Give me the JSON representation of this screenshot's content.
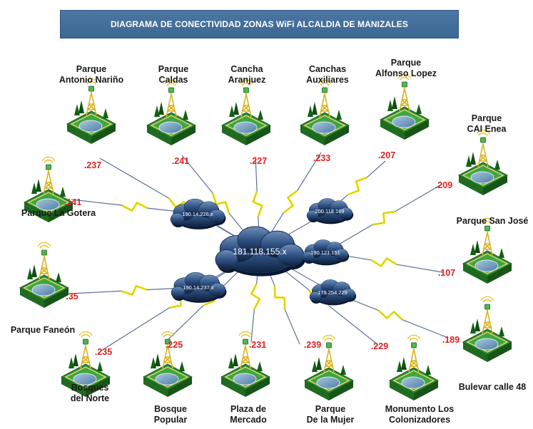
{
  "title": "DIAGRAMA DE CONECTIVIDAD ZONAS WiFi ALCALDIA DE MANIZALES",
  "clouds": {
    "center": "181.118.155.x",
    "c1": "190.14.226.x",
    "c2": "190.14.237.x",
    "c3": "200.118.169",
    "c4": "190.121.151",
    "c5": "179.254.229"
  },
  "sites": [
    {
      "id": "antonio-narino",
      "name_lines": [
        "Parque",
        "Antonio Nariño"
      ],
      "ip": ".237"
    },
    {
      "id": "caldas",
      "name_lines": [
        "Parque",
        "Caldas"
      ],
      "ip": ".241"
    },
    {
      "id": "aranjuez",
      "name_lines": [
        "Cancha",
        "Aranjuez"
      ],
      "ip": ".227"
    },
    {
      "id": "auxiliares",
      "name_lines": [
        "Canchas",
        "Auxiliares"
      ],
      "ip": ".233"
    },
    {
      "id": "alfonso-lopez",
      "name_lines": [
        "Parque",
        "Alfonso Lopez"
      ],
      "ip": ".207"
    },
    {
      "id": "cai-enea",
      "name_lines": [
        "Parque",
        "CAI Enea"
      ],
      "ip": ".209"
    },
    {
      "id": "la-gotera",
      "name_lines": [
        "Parque La Gotera"
      ],
      "ip": ".141"
    },
    {
      "id": "san-jose",
      "name_lines": [
        "Parque San José"
      ],
      "ip": ".107"
    },
    {
      "id": "faneon",
      "name_lines": [
        "Parque Faneón"
      ],
      "ip": ".35"
    },
    {
      "id": "bulevar",
      "name_lines": [
        "Bulevar calle 48"
      ],
      "ip": ".189"
    },
    {
      "id": "bosques-norte",
      "name_lines": [
        "Bosques",
        "del Norte"
      ],
      "ip": ".235"
    },
    {
      "id": "bosque-popular",
      "name_lines": [
        "Bosque",
        "Popular"
      ],
      "ip": ".225"
    },
    {
      "id": "plaza-mercado",
      "name_lines": [
        "Plaza de",
        "Mercado"
      ],
      "ip": ".231"
    },
    {
      "id": "de-la-mujer",
      "name_lines": [
        "Parque",
        "De la Mujer"
      ],
      "ip": ".239"
    },
    {
      "id": "colonizadores",
      "name_lines": [
        "Monumento Los",
        "Colonizadores"
      ],
      "ip": ".229"
    }
  ]
}
